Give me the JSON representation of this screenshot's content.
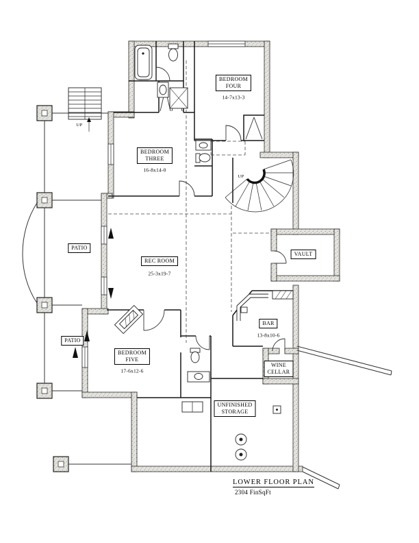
{
  "document": {
    "title": "LOWER FLOOR PLAN",
    "area": "2304 FinSqFt"
  },
  "rooms": {
    "bedroom_four": {
      "name": "BEDROOM\nFOUR",
      "dims": "14-7x13-3"
    },
    "bedroom_three": {
      "name": "BEDROOM\nTHREE",
      "dims": "16-8x14-0"
    },
    "rec_room": {
      "name": "REC ROOM",
      "dims": "25-3x19-7"
    },
    "bedroom_five": {
      "name": "BEDROOM\nFIVE",
      "dims": "17-6x12-6"
    },
    "patio_upper": {
      "name": "PATIO"
    },
    "patio_lower": {
      "name": "PATIO"
    },
    "vault": {
      "name": "VAULT"
    },
    "bar": {
      "name": "BAR",
      "dims": "13-8x10-6"
    },
    "wine_cellar": {
      "name": "WINE\nCELLAR"
    },
    "unfinished_storage": {
      "name": "UNFINISHED\nSTORAGE"
    }
  },
  "stairs": {
    "up_main": "UP",
    "up_spiral": "UP"
  }
}
